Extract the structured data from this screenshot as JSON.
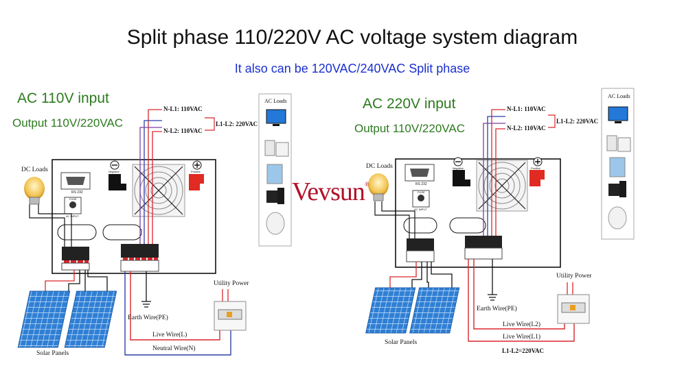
{
  "title": "Split phase 110/220V AC voltage system diagram",
  "subtitle": "It also can be 120VAC/240VAC Split phase",
  "brand": "Vevsun",
  "brand_mark": "®",
  "left": {
    "input_label": "AC 110V input",
    "output_label": "Output 110V/220VAC",
    "nl1": "N-L1: 110VAC",
    "nl2": "N-L2: 110VAC",
    "l1l2": "L1-L2: 220VAC",
    "dc_loads": "DC Loads",
    "ac_loads": "AC Loads",
    "utility_power": "Utility Power",
    "earth_wire": "Earth Wire(PE)",
    "live_wire": "Live Wire(L)",
    "neutral_wire": "Neutral Wire(N)",
    "solar_panels": "Solar Panels",
    "rs232": "RS 232",
    "fuse": "FUSE",
    "ac_input": "AC INPUT",
    "battery_neg": "Negative",
    "battery_pos": "Positive"
  },
  "right": {
    "input_label": "AC 220V input",
    "output_label": "Output 110V/220VAC",
    "nl1": "N-L1: 110VAC",
    "nl2": "N-L2: 110VAC",
    "l1l2": "L1-L2: 220VAC",
    "dc_loads": "DC Loads",
    "ac_loads": "AC Loads",
    "utility_power": "Utility Power",
    "earth_wire": "Earth Wire(PE)",
    "live_wire_l2": "Live Wire(L2)",
    "live_wire_l1": "Live Wire(L1)",
    "l1l2_bottom": "L1-L2=220VAC",
    "solar_panels": "Solar Panels",
    "rs232": "RS 232",
    "fuse": "FUSE",
    "ac_input": "AC INPUT",
    "battery_neg": "Negative",
    "battery_pos": "Positive"
  },
  "colors": {
    "title": "#111111",
    "subtitle": "#1a2fd0",
    "heading_green": "#2c7a1e",
    "brand_red": "#b1122a",
    "wire_red": "#d9262b",
    "wire_blue": "#2b3fa8",
    "wire_purple": "#7a3ea0",
    "panel_blue": "#2f7fd4"
  }
}
